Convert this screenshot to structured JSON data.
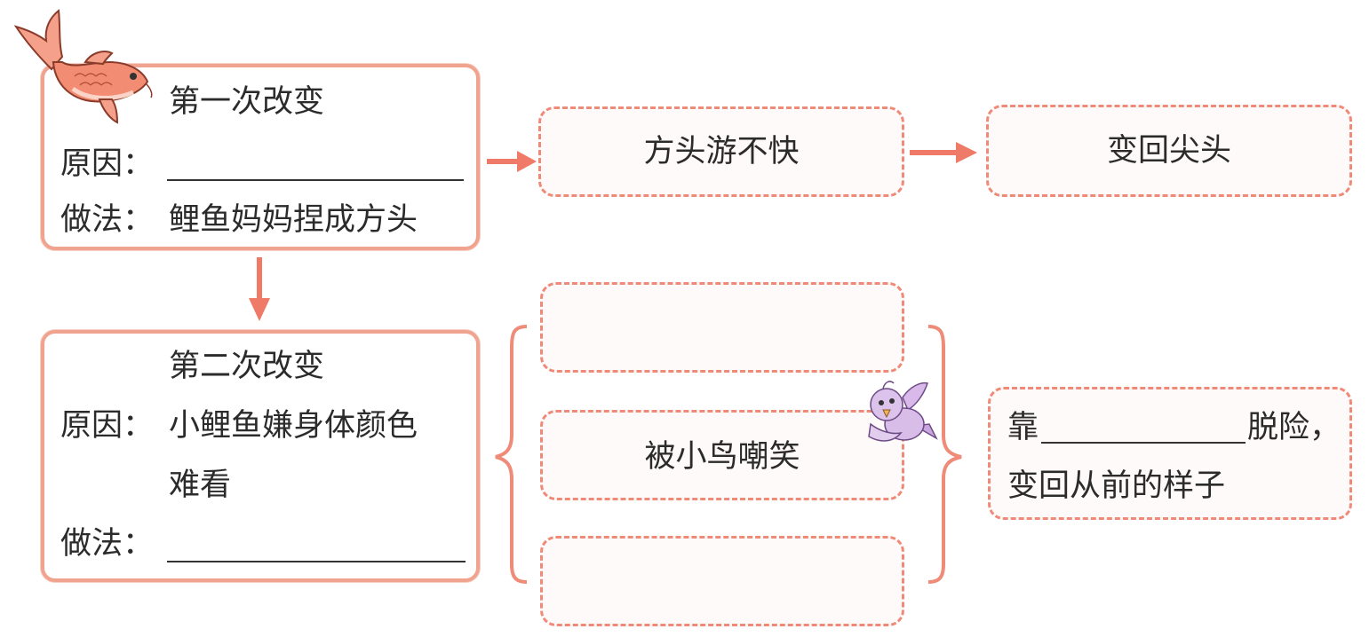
{
  "first_change": {
    "title": "第一次改变",
    "reason_label": "原因：",
    "method_label": "做法：",
    "method_text": "鲤鱼妈妈捏成方头"
  },
  "second_change": {
    "title": "第二次改变",
    "reason_label": "原因：",
    "reason_text_line1": "小鲤鱼嫌身体颜色",
    "reason_text_line2": "难看",
    "method_label": "做法："
  },
  "flow_top": {
    "result": "方头游不快",
    "outcome": "变回尖头"
  },
  "middle_boxes": {
    "box_1": "",
    "box_2": "被小鸟嘲笑",
    "box_3": ""
  },
  "final_box": {
    "prefix": "靠",
    "suffix": "脱险，",
    "line2": "变回从前的样子"
  },
  "colors": {
    "box_border": "#f0a48f",
    "dashed_border": "#f08a78",
    "arrow": "#ee7a67",
    "brace": "#ef8b79"
  },
  "icons": [
    "carp-fish-icon",
    "small-bird-icon"
  ]
}
